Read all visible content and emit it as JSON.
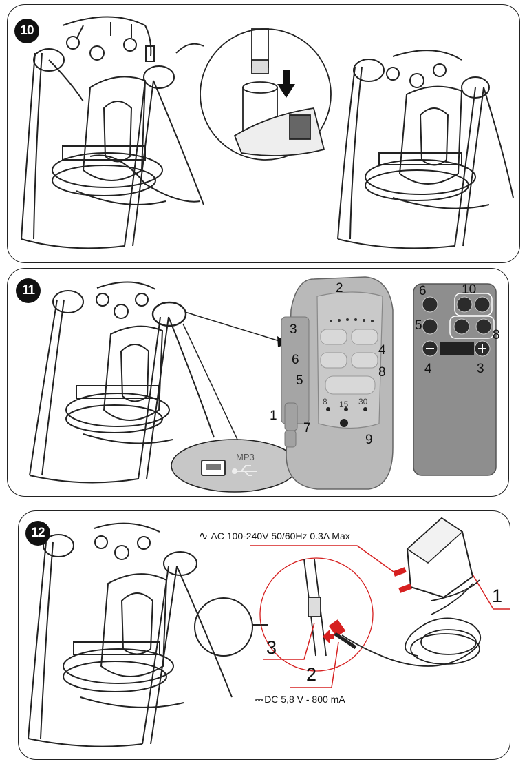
{
  "steps": {
    "s10": "10",
    "s11": "11",
    "s12": "12"
  },
  "panel11": {
    "unit_callouts": [
      "1",
      "2",
      "3",
      "4",
      "5",
      "6",
      "7",
      "8",
      "9"
    ],
    "timer_labels": [
      "8",
      "15",
      "30"
    ],
    "usb_label": "MP3",
    "remote_callouts": {
      "r6": "6",
      "r10": "10",
      "r5": "5",
      "r8": "8",
      "r4": "4",
      "r3": "3"
    }
  },
  "panel12": {
    "ac_label": "AC 100-240V 50/60Hz 0.3A Max",
    "dc_label": "DC 5,8 V - 800 mA",
    "callout_1": "1",
    "callout_2": "2",
    "callout_3": "3"
  },
  "colors": {
    "ink": "#111111",
    "accent_red": "#d62020",
    "unit_grey": "#b5b5b5",
    "remote_grey": "#8c8c8c"
  }
}
